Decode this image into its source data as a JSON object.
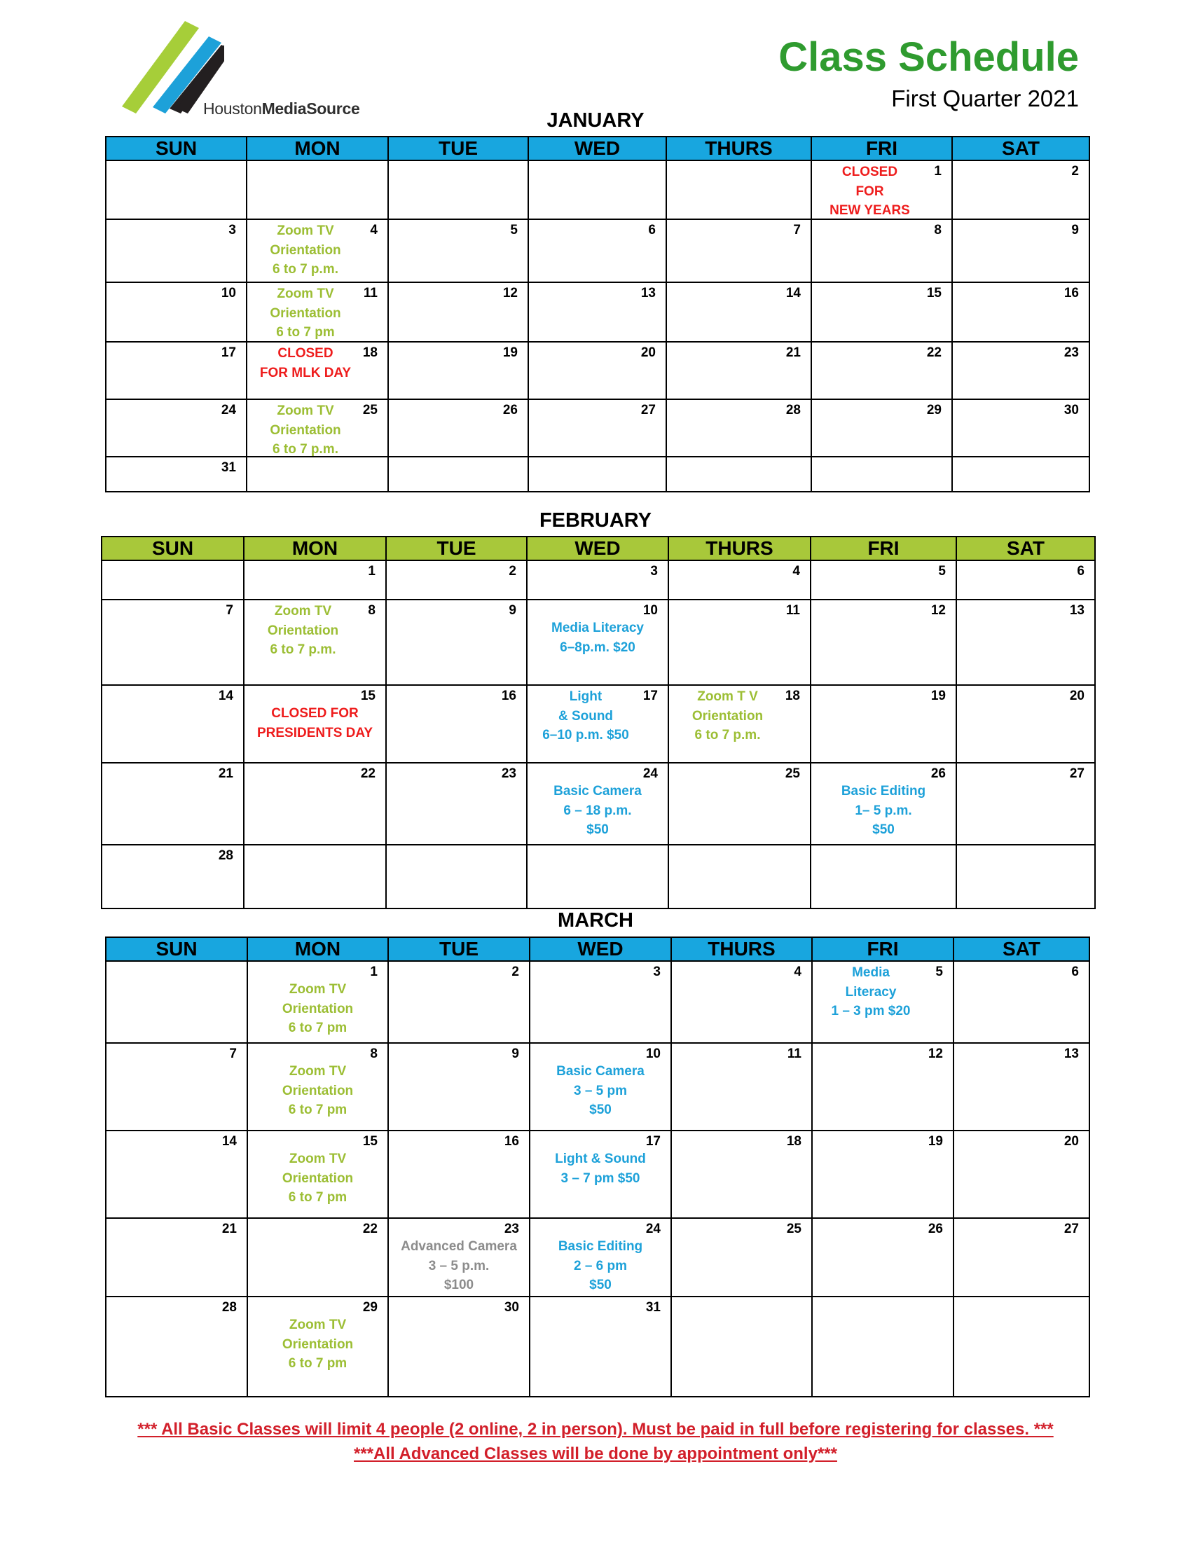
{
  "logo": {
    "text_light": "Houston",
    "text_bold": "MediaSource",
    "bar_colors": [
      "#a6ce39",
      "#1da1d9",
      "#231f20"
    ]
  },
  "title": "Class Schedule",
  "subtitle": "First Quarter 2021",
  "weekdays": [
    "SUN",
    "MON",
    "TUE",
    "WED",
    "THURS",
    "FRI",
    "SAT"
  ],
  "colors": {
    "header_blue": "#18a6df",
    "header_green": "#a8c83a",
    "title_green": "#2f9b2f",
    "event_green": "#9cbe34",
    "event_blue": "#1da1d9",
    "closed_red": "#ee1c1c",
    "advanced_gray": "#8c8c8c"
  },
  "months": [
    {
      "name": "JANUARY",
      "weeks": [
        [
          {
            "d": ""
          },
          {
            "d": ""
          },
          {
            "d": ""
          },
          {
            "d": ""
          },
          {
            "d": ""
          },
          {
            "d": "1",
            "e": "CLOSED\nFOR\nNEW YEARS",
            "c": "red"
          },
          {
            "d": "2"
          }
        ],
        [
          {
            "d": "3"
          },
          {
            "d": "4",
            "e": "Zoom TV\nOrientation\n6 to 7 p.m.",
            "c": "green"
          },
          {
            "d": "5"
          },
          {
            "d": "6"
          },
          {
            "d": "7"
          },
          {
            "d": "8"
          },
          {
            "d": "9"
          }
        ],
        [
          {
            "d": "10"
          },
          {
            "d": "11",
            "e": "Zoom TV\nOrientation\n6 to 7 pm",
            "c": "green"
          },
          {
            "d": "12"
          },
          {
            "d": "13"
          },
          {
            "d": "14"
          },
          {
            "d": "15"
          },
          {
            "d": "16"
          }
        ],
        [
          {
            "d": "17"
          },
          {
            "d": "18",
            "e": "CLOSED\nFOR MLK DAY",
            "c": "red"
          },
          {
            "d": "19"
          },
          {
            "d": "20"
          },
          {
            "d": "21"
          },
          {
            "d": "22"
          },
          {
            "d": "23"
          }
        ],
        [
          {
            "d": "24"
          },
          {
            "d": "25",
            "e": "Zoom TV\nOrientation\n6 to 7 p.m.",
            "c": "green"
          },
          {
            "d": "26"
          },
          {
            "d": "27"
          },
          {
            "d": "28"
          },
          {
            "d": "29"
          },
          {
            "d": "30"
          }
        ],
        [
          {
            "d": "31"
          },
          {
            "d": ""
          },
          {
            "d": ""
          },
          {
            "d": ""
          },
          {
            "d": ""
          },
          {
            "d": ""
          },
          {
            "d": ""
          }
        ]
      ]
    },
    {
      "name": "FEBRUARY",
      "weeks": [
        [
          {
            "d": ""
          },
          {
            "d": "1"
          },
          {
            "d": "2"
          },
          {
            "d": "3"
          },
          {
            "d": "4"
          },
          {
            "d": "5"
          },
          {
            "d": "6"
          }
        ],
        [
          {
            "d": "7"
          },
          {
            "d": "8",
            "e": "Zoom  TV\nOrientation\n6 to 7 p.m.",
            "c": "green"
          },
          {
            "d": "9"
          },
          {
            "d": "10",
            "e": "Media Literacy\n6–8p.m. $20",
            "c": "blue",
            "full": true
          },
          {
            "d": "11"
          },
          {
            "d": "12"
          },
          {
            "d": "13"
          }
        ],
        [
          {
            "d": "14"
          },
          {
            "d": "15",
            "e": "CLOSED FOR\nPRESIDENTS  DAY",
            "c": "red",
            "full": true
          },
          {
            "d": "16"
          },
          {
            "d": "17",
            "e": "Light\n &  Sound\n6–10 p.m. $50",
            "c": "blue"
          },
          {
            "d": "18",
            "e": "Zoom T V\nOrientation\n6 to 7 p.m.",
            "c": "green"
          },
          {
            "d": "19"
          },
          {
            "d": "20"
          }
        ],
        [
          {
            "d": "21"
          },
          {
            "d": "22"
          },
          {
            "d": "23"
          },
          {
            "d": "24",
            "e": "Basic Camera\n6 – 18 p.m.\n$50",
            "c": "blue",
            "full": true
          },
          {
            "d": "25"
          },
          {
            "d": "26",
            "e": "Basic Editing\n1– 5 p.m.\n$50",
            "c": "blue",
            "full": true
          },
          {
            "d": "27"
          }
        ],
        [
          {
            "d": "28"
          },
          {
            "d": ""
          },
          {
            "d": ""
          },
          {
            "d": ""
          },
          {
            "d": ""
          },
          {
            "d": ""
          },
          {
            "d": ""
          }
        ]
      ]
    },
    {
      "name": "MARCH",
      "weeks": [
        [
          {
            "d": ""
          },
          {
            "d": "1",
            "e": "Zoom TV\nOrientation\n6 to 7 pm",
            "c": "green",
            "full": true
          },
          {
            "d": "2"
          },
          {
            "d": "3"
          },
          {
            "d": "4"
          },
          {
            "d": "5",
            "e": "Media\nLiteracy\n1 – 3 pm $20",
            "c": "blue"
          },
          {
            "d": "6"
          }
        ],
        [
          {
            "d": "7"
          },
          {
            "d": "8",
            "e": "Zoom TV\nOrientation\n6 to 7 pm",
            "c": "green",
            "full": true
          },
          {
            "d": "9"
          },
          {
            "d": "10",
            "e": "Basic Camera\n3 – 5 pm\n$50",
            "c": "blue",
            "full": true
          },
          {
            "d": "11"
          },
          {
            "d": "12"
          },
          {
            "d": "13"
          }
        ],
        [
          {
            "d": "14"
          },
          {
            "d": "15",
            "e": "Zoom TV\nOrientation\n6 to 7 pm",
            "c": "green",
            "full": true
          },
          {
            "d": "16"
          },
          {
            "d": "17",
            "e": "Light & Sound\n3 – 7 pm $50",
            "c": "blue",
            "full": true
          },
          {
            "d": "18"
          },
          {
            "d": "19"
          },
          {
            "d": "20"
          }
        ],
        [
          {
            "d": "21"
          },
          {
            "d": "22"
          },
          {
            "d": "23",
            "e": "Advanced Camera\n3 – 5 p.m.\n$100",
            "c": "gray",
            "full": true
          },
          {
            "d": "24",
            "e": "Basic Editing\n2 – 6 pm\n$50",
            "c": "blue",
            "full": true
          },
          {
            "d": "25"
          },
          {
            "d": "26"
          },
          {
            "d": "27"
          }
        ],
        [
          {
            "d": "28"
          },
          {
            "d": "29",
            "e": "Zoom TV\nOrientation\n6 to 7 pm",
            "c": "green",
            "full": true
          },
          {
            "d": "30"
          },
          {
            "d": "31"
          },
          {
            "d": ""
          },
          {
            "d": ""
          },
          {
            "d": ""
          }
        ]
      ]
    }
  ],
  "footer": [
    "*** All Basic Classes will limit 4 people (2 online, 2 in person).  Must be paid in full before registering for classes. ***",
    "***All Advanced Classes will be done by appointment only***"
  ]
}
